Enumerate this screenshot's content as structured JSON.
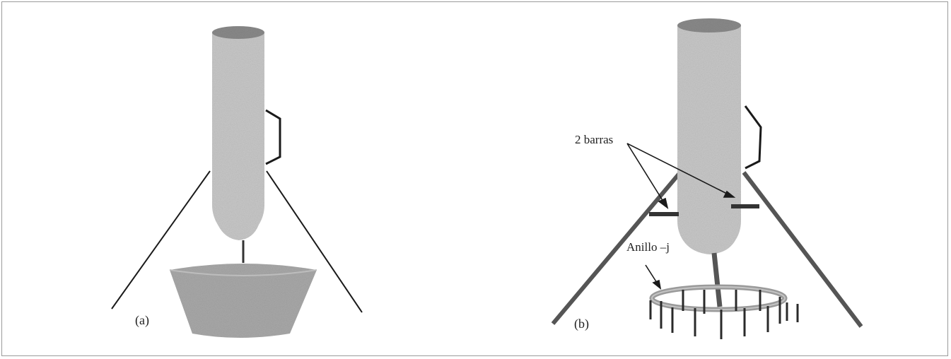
{
  "figure_a": {
    "label": "(a)"
  },
  "figure_b": {
    "label": "(b)",
    "bars_label": "2 barras",
    "ring_label": "Anillo –j"
  },
  "colors": {
    "body": "#c8c8c8",
    "body_top": "#8a8a8a",
    "cone": "#a9a9a9",
    "strut": "#555555",
    "line": "#1a1a1a"
  }
}
